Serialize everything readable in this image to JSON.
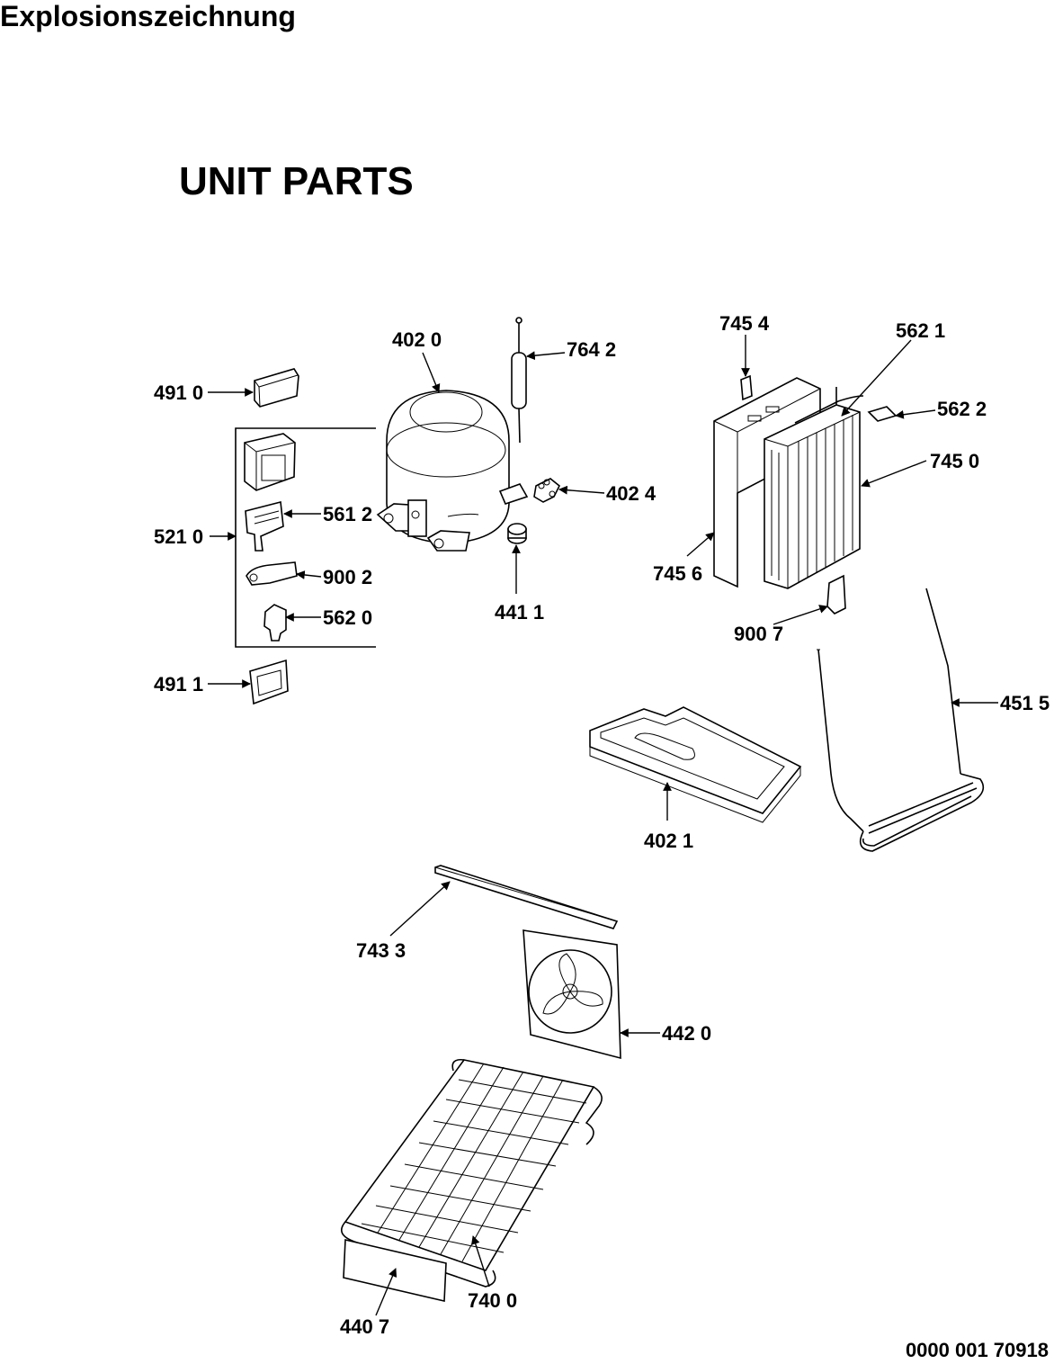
{
  "header": {
    "title": "Explosionszeichnung"
  },
  "section": {
    "title": "UNIT PARTS"
  },
  "footer": {
    "doc_number": "0000 001 70918"
  },
  "callouts": [
    {
      "id": "491-0",
      "label": "491 0"
    },
    {
      "id": "521-0",
      "label": "521 0"
    },
    {
      "id": "561-2",
      "label": "561 2"
    },
    {
      "id": "900-2",
      "label": "900 2"
    },
    {
      "id": "562-0",
      "label": "562 0"
    },
    {
      "id": "491-1",
      "label": "491 1"
    },
    {
      "id": "402-0",
      "label": "402 0"
    },
    {
      "id": "764-2",
      "label": "764 2"
    },
    {
      "id": "402-4",
      "label": "402 4"
    },
    {
      "id": "441-1",
      "label": "441 1"
    },
    {
      "id": "745-4",
      "label": "745 4"
    },
    {
      "id": "562-1",
      "label": "562 1"
    },
    {
      "id": "562-2",
      "label": "562 2"
    },
    {
      "id": "745-0",
      "label": "745 0"
    },
    {
      "id": "745-6",
      "label": "745 6"
    },
    {
      "id": "900-7",
      "label": "900 7"
    },
    {
      "id": "451-5",
      "label": "451 5"
    },
    {
      "id": "402-1",
      "label": "402 1"
    },
    {
      "id": "743-3",
      "label": "743 3"
    },
    {
      "id": "442-0",
      "label": "442 0"
    },
    {
      "id": "740-0",
      "label": "740 0"
    },
    {
      "id": "440-7",
      "label": "440 7"
    }
  ]
}
